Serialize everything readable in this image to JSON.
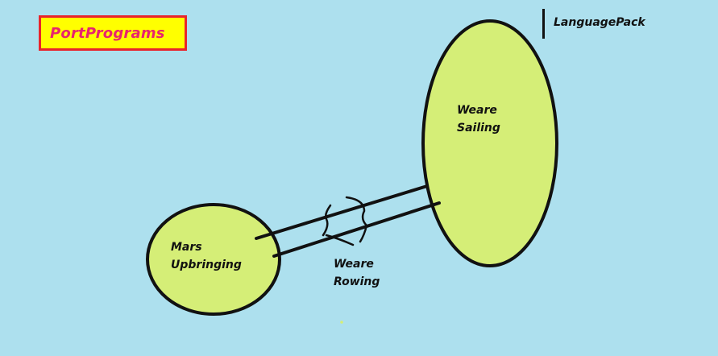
{
  "title": "PortPrograms",
  "corner_label": "LanguagePack",
  "nodes": {
    "sailing": {
      "line1": "Weare",
      "line2": "Sailing"
    },
    "mars": {
      "line1": "Mars",
      "line2": "Upbringing"
    }
  },
  "connector": {
    "line1": "Weare",
    "line2": "Rowing"
  },
  "colors": {
    "background": "#ade0ee",
    "node_fill": "#d5ee77",
    "title_fill": "#ffff00",
    "title_border": "#e8242b",
    "title_text": "#e8246e",
    "stroke": "#111111"
  }
}
